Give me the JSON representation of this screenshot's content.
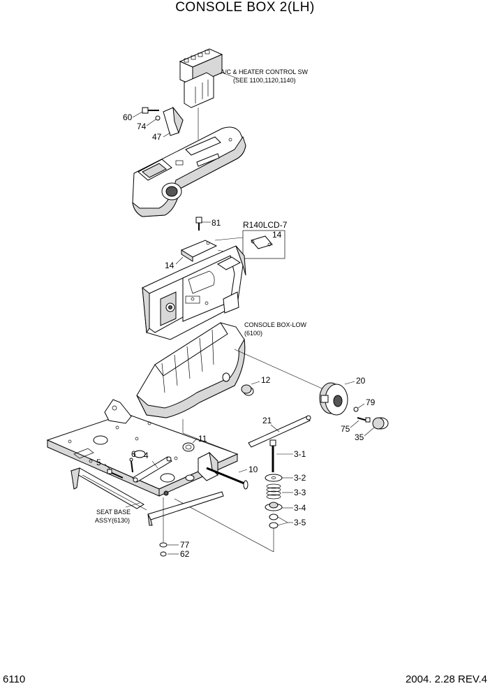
{
  "title": "CONSOLE BOX 2(LH)",
  "footer": {
    "page_number": "6110",
    "revision": "2004. 2.28  REV.4"
  },
  "callouts": {
    "ac_heater_line1": "A/C & HEATER CONTROL SW",
    "ac_heater_line2": "(SEE 1100,1120,1140)",
    "r140lcd": "R140LCD-7",
    "console_low_line1": "CONSOLE BOX-LOW",
    "console_low_line2": "(6100)",
    "seat_base_line1": "SEAT BASE",
    "seat_base_line2": "ASSY(6130)"
  },
  "part_numbers": {
    "p60": "60",
    "p74": "74",
    "p47": "47",
    "p81": "81",
    "p14a": "14",
    "p14b": "14",
    "p12": "12",
    "p20": "20",
    "p79": "79",
    "p75": "75",
    "p35": "35",
    "p21": "21",
    "p11": "11",
    "p6": "6",
    "p4": "4",
    "p5": "5",
    "p10": "10",
    "p3_1": "3-1",
    "p3_2": "3-2",
    "p3_3": "3-3",
    "p3_4": "3-4",
    "p3_5": "3-5",
    "p77": "77",
    "p62": "62"
  }
}
